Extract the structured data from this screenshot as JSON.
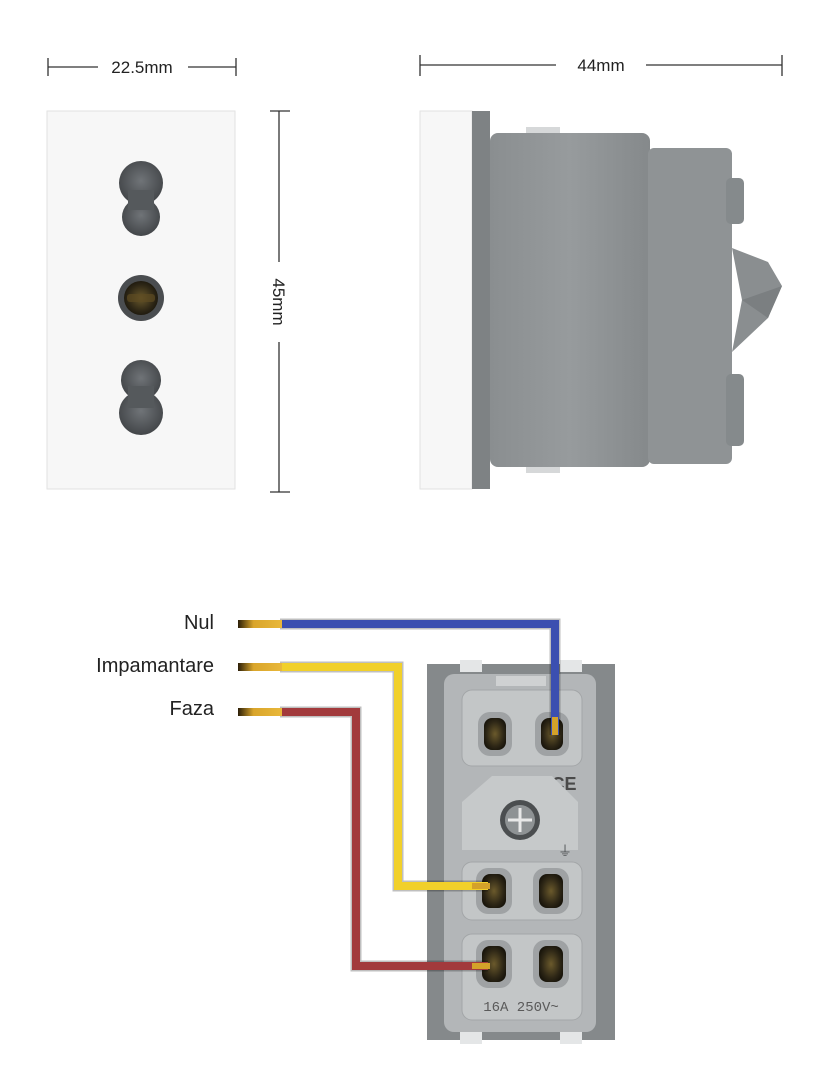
{
  "dimensions": {
    "width_label": "22.5mm",
    "depth_label": "44mm",
    "height_label": "45mm"
  },
  "wiring": {
    "wires": [
      {
        "label": "Nul",
        "color": "#3b4fb0"
      },
      {
        "label": "Impamantare",
        "color": "#f1d02a"
      },
      {
        "label": "Faza",
        "color": "#a23a3c"
      }
    ],
    "copper_color": "#d4a22a"
  },
  "module": {
    "ce_mark": "CE",
    "earth_symbol": "⏚",
    "rating_text": "16A  250V~"
  },
  "colors": {
    "faceplate": "#f7f7f7",
    "body_gray": "#8d9193",
    "body_light": "#b7babc",
    "hole_dark": "#4a4d50"
  }
}
